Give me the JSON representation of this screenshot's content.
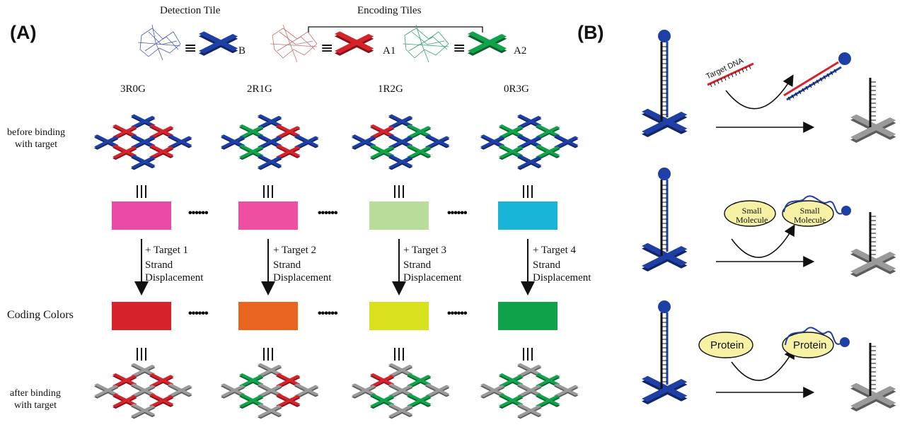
{
  "panel_a": {
    "label": "(A)",
    "detection_tile_title": "Detection Tile",
    "encoding_tiles_title": "Encoding Tiles",
    "tile_b_label": "B",
    "tile_a1_label": "A1",
    "tile_a2_label": "A2",
    "row_before_label": "before binding\nwith target",
    "row_coding_label": "Coding Colors",
    "row_after_label": "after binding\nwith target",
    "dots": "••••••",
    "strand_label": "Strand\nDisplacement",
    "columns": [
      {
        "code": "3R0G",
        "target": "+ Target 1",
        "swatch_before": "#e84aa6",
        "swatch_after": "#d8222b"
      },
      {
        "code": "2R1G",
        "target": "+ Target 2",
        "swatch_before": "#ee4fa1",
        "swatch_after": "#e8651f"
      },
      {
        "code": "1R2G",
        "target": "+ Target 3",
        "swatch_before": "#b8dc9a",
        "swatch_after": "#d8e11c"
      },
      {
        "code": "0R3G",
        "target": "+ Target 4",
        "swatch_before": "#19b5d8",
        "swatch_after": "#0fa24a"
      }
    ]
  },
  "panel_b": {
    "label": "(B)",
    "target_dna": "Target DNA",
    "small_molecule": "Small\nMolecule",
    "protein": "Protein"
  },
  "colors": {
    "blue": "#1e3fa6",
    "red": "#d8222b",
    "green": "#11a34b",
    "gray": "#9a9a9a",
    "yellow_ellipse": "#f7f1a6"
  }
}
